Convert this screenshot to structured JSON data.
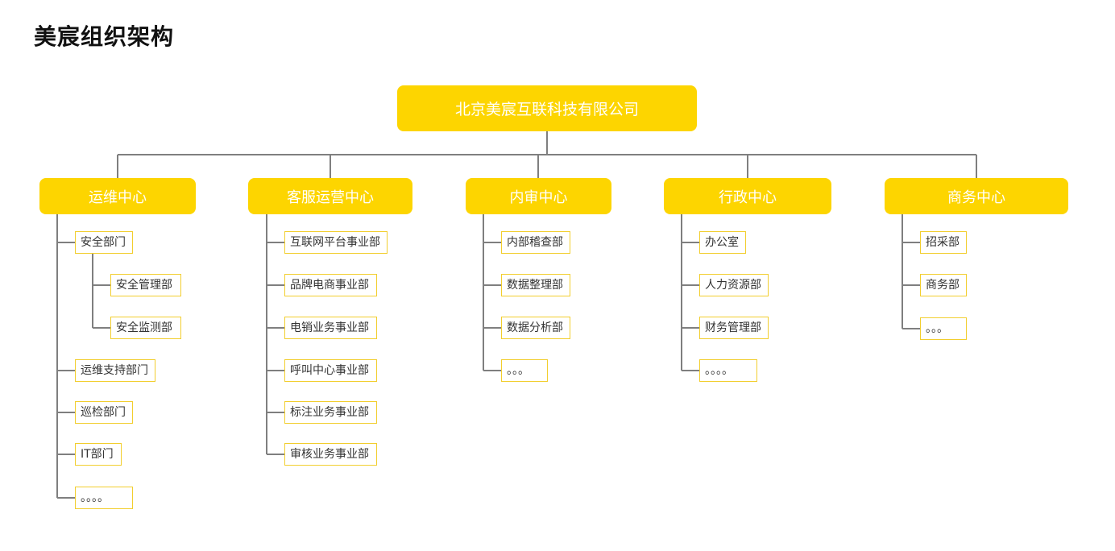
{
  "title": "美宸组织架构",
  "root": "北京美宸互联科技有限公司",
  "colors": {
    "accent": "#FDD500",
    "box_border": "#F2CE2E",
    "connector": "#7F7F7F"
  },
  "centers": [
    {
      "name": "运维中心",
      "departments": [
        {
          "name": "安全部门",
          "children": [
            "安全管理部",
            "安全监测部"
          ]
        },
        {
          "name": "运维支持部门"
        },
        {
          "name": "巡检部门"
        },
        {
          "name": "IT部门"
        },
        {
          "name": "。。。。"
        }
      ]
    },
    {
      "name": "客服运营中心",
      "departments": [
        {
          "name": "互联网平台事业部"
        },
        {
          "name": "品牌电商事业部"
        },
        {
          "name": "电销业务事业部"
        },
        {
          "name": "呼叫中心事业部"
        },
        {
          "name": "标注业务事业部"
        },
        {
          "name": "审核业务事业部"
        }
      ]
    },
    {
      "name": "内审中心",
      "departments": [
        {
          "name": "内部稽查部"
        },
        {
          "name": "数据整理部"
        },
        {
          "name": "数据分析部"
        },
        {
          "name": "。。。"
        }
      ]
    },
    {
      "name": "行政中心",
      "departments": [
        {
          "name": "办公室"
        },
        {
          "name": "人力资源部"
        },
        {
          "name": "财务管理部"
        },
        {
          "name": "。。。。"
        }
      ]
    },
    {
      "name": "商务中心",
      "departments": [
        {
          "name": "招采部"
        },
        {
          "name": "商务部"
        },
        {
          "name": "。。。"
        }
      ]
    }
  ]
}
